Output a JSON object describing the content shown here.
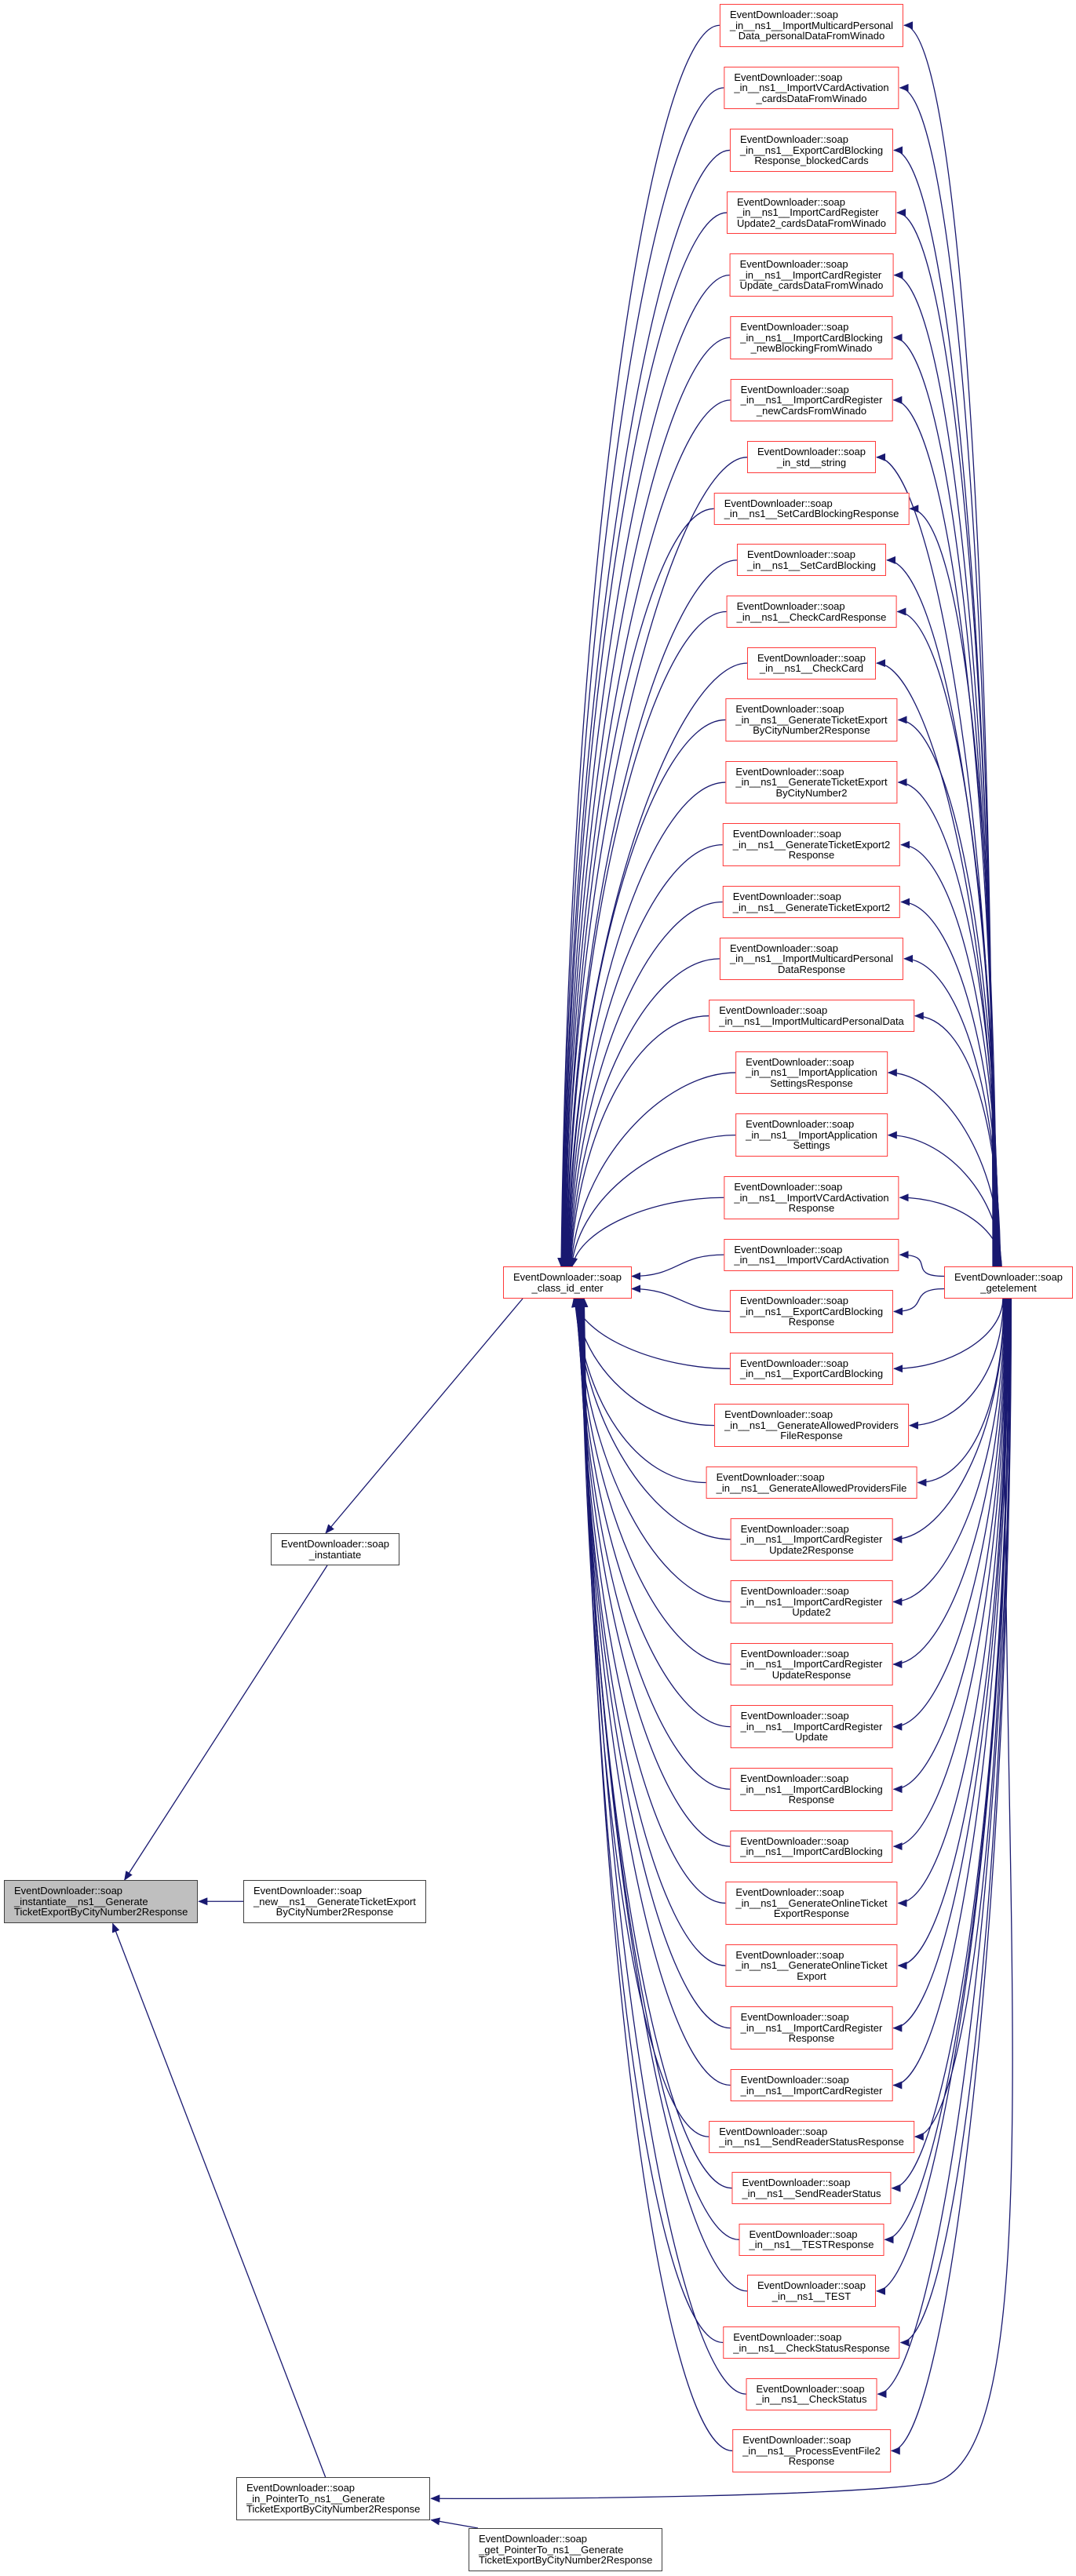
{
  "colors": {
    "edge": "#191970",
    "truncated_border": "#ff3a3a",
    "node_border": "#404040",
    "focus_fill": "#bfbfbf"
  },
  "nodes": {
    "focus": {
      "lines": [
        "EventDownloader::soap",
        "_instantiate__ns1__Generate",
        "TicketExportByCityNumber2Response"
      ]
    },
    "new_node": {
      "lines": [
        "EventDownloader::soap",
        "_new__ns1__GenerateTicketExport",
        "ByCityNumber2Response"
      ]
    },
    "instantiate": {
      "lines": [
        "EventDownloader::soap",
        "_instantiate"
      ]
    },
    "class_id_enter": {
      "lines": [
        "EventDownloader::soap",
        "_class_id_enter"
      ]
    },
    "getelement": {
      "lines": [
        "EventDownloader::soap",
        "_getelement"
      ]
    },
    "in_pointer": {
      "lines": [
        "EventDownloader::soap",
        "_in_PointerTo_ns1__Generate",
        "TicketExportByCityNumber2Response"
      ]
    },
    "get_pointer": {
      "lines": [
        "EventDownloader::soap",
        "_get_PointerTo_ns1__Generate",
        "TicketExportByCityNumber2Response"
      ]
    },
    "middle": [
      {
        "lines": [
          "EventDownloader::soap",
          "_in__ns1__ImportMulticardPersonal",
          "Data_personalDataFromWinado"
        ]
      },
      {
        "lines": [
          "EventDownloader::soap",
          "_in__ns1__ImportVCardActivation",
          "_cardsDataFromWinado"
        ]
      },
      {
        "lines": [
          "EventDownloader::soap",
          "_in__ns1__ExportCardBlocking",
          "Response_blockedCards"
        ]
      },
      {
        "lines": [
          "EventDownloader::soap",
          "_in__ns1__ImportCardRegister",
          "Update2_cardsDataFromWinado"
        ]
      },
      {
        "lines": [
          "EventDownloader::soap",
          "_in__ns1__ImportCardRegister",
          "Update_cardsDataFromWinado"
        ]
      },
      {
        "lines": [
          "EventDownloader::soap",
          "_in__ns1__ImportCardBlocking",
          "_newBlockingFromWinado"
        ]
      },
      {
        "lines": [
          "EventDownloader::soap",
          "_in__ns1__ImportCardRegister",
          "_newCardsFromWinado"
        ]
      },
      {
        "lines": [
          "EventDownloader::soap",
          "_in_std__string"
        ]
      },
      {
        "lines": [
          "EventDownloader::soap",
          "_in__ns1__SetCardBlockingResponse"
        ]
      },
      {
        "lines": [
          "EventDownloader::soap",
          "_in__ns1__SetCardBlocking"
        ]
      },
      {
        "lines": [
          "EventDownloader::soap",
          "_in__ns1__CheckCardResponse"
        ]
      },
      {
        "lines": [
          "EventDownloader::soap",
          "_in__ns1__CheckCard"
        ]
      },
      {
        "lines": [
          "EventDownloader::soap",
          "_in__ns1__GenerateTicketExport",
          "ByCityNumber2Response"
        ]
      },
      {
        "lines": [
          "EventDownloader::soap",
          "_in__ns1__GenerateTicketExport",
          "ByCityNumber2"
        ]
      },
      {
        "lines": [
          "EventDownloader::soap",
          "_in__ns1__GenerateTicketExport2",
          "Response"
        ]
      },
      {
        "lines": [
          "EventDownloader::soap",
          "_in__ns1__GenerateTicketExport2"
        ]
      },
      {
        "lines": [
          "EventDownloader::soap",
          "_in__ns1__ImportMulticardPersonal",
          "DataResponse"
        ]
      },
      {
        "lines": [
          "EventDownloader::soap",
          "_in__ns1__ImportMulticardPersonalData"
        ]
      },
      {
        "lines": [
          "EventDownloader::soap",
          "_in__ns1__ImportApplication",
          "SettingsResponse"
        ]
      },
      {
        "lines": [
          "EventDownloader::soap",
          "_in__ns1__ImportApplication",
          "Settings"
        ]
      },
      {
        "lines": [
          "EventDownloader::soap",
          "_in__ns1__ImportVCardActivation",
          "Response"
        ]
      },
      {
        "lines": [
          "EventDownloader::soap",
          "_in__ns1__ImportVCardActivation"
        ]
      },
      {
        "lines": [
          "EventDownloader::soap",
          "_in__ns1__ExportCardBlocking",
          "Response"
        ]
      },
      {
        "lines": [
          "EventDownloader::soap",
          "_in__ns1__ExportCardBlocking"
        ]
      },
      {
        "lines": [
          "EventDownloader::soap",
          "_in__ns1__GenerateAllowedProviders",
          "FileResponse"
        ]
      },
      {
        "lines": [
          "EventDownloader::soap",
          "_in__ns1__GenerateAllowedProvidersFile"
        ]
      },
      {
        "lines": [
          "EventDownloader::soap",
          "_in__ns1__ImportCardRegister",
          "Update2Response"
        ]
      },
      {
        "lines": [
          "EventDownloader::soap",
          "_in__ns1__ImportCardRegister",
          "Update2"
        ]
      },
      {
        "lines": [
          "EventDownloader::soap",
          "_in__ns1__ImportCardRegister",
          "UpdateResponse"
        ]
      },
      {
        "lines": [
          "EventDownloader::soap",
          "_in__ns1__ImportCardRegister",
          "Update"
        ]
      },
      {
        "lines": [
          "EventDownloader::soap",
          "_in__ns1__ImportCardBlocking",
          "Response"
        ]
      },
      {
        "lines": [
          "EventDownloader::soap",
          "_in__ns1__ImportCardBlocking"
        ]
      },
      {
        "lines": [
          "EventDownloader::soap",
          "_in__ns1__GenerateOnlineTicket",
          "ExportResponse"
        ]
      },
      {
        "lines": [
          "EventDownloader::soap",
          "_in__ns1__GenerateOnlineTicket",
          "Export"
        ]
      },
      {
        "lines": [
          "EventDownloader::soap",
          "_in__ns1__ImportCardRegister",
          "Response"
        ]
      },
      {
        "lines": [
          "EventDownloader::soap",
          "_in__ns1__ImportCardRegister"
        ]
      },
      {
        "lines": [
          "EventDownloader::soap",
          "_in__ns1__SendReaderStatusResponse"
        ]
      },
      {
        "lines": [
          "EventDownloader::soap",
          "_in__ns1__SendReaderStatus"
        ]
      },
      {
        "lines": [
          "EventDownloader::soap",
          "_in__ns1__TESTResponse"
        ]
      },
      {
        "lines": [
          "EventDownloader::soap",
          "_in__ns1__TEST"
        ]
      },
      {
        "lines": [
          "EventDownloader::soap",
          "_in__ns1__CheckStatusResponse"
        ]
      },
      {
        "lines": [
          "EventDownloader::soap",
          "_in__ns1__CheckStatus"
        ]
      },
      {
        "lines": [
          "EventDownloader::soap",
          "_in__ns1__ProcessEventFile2",
          "Response"
        ]
      }
    ]
  }
}
